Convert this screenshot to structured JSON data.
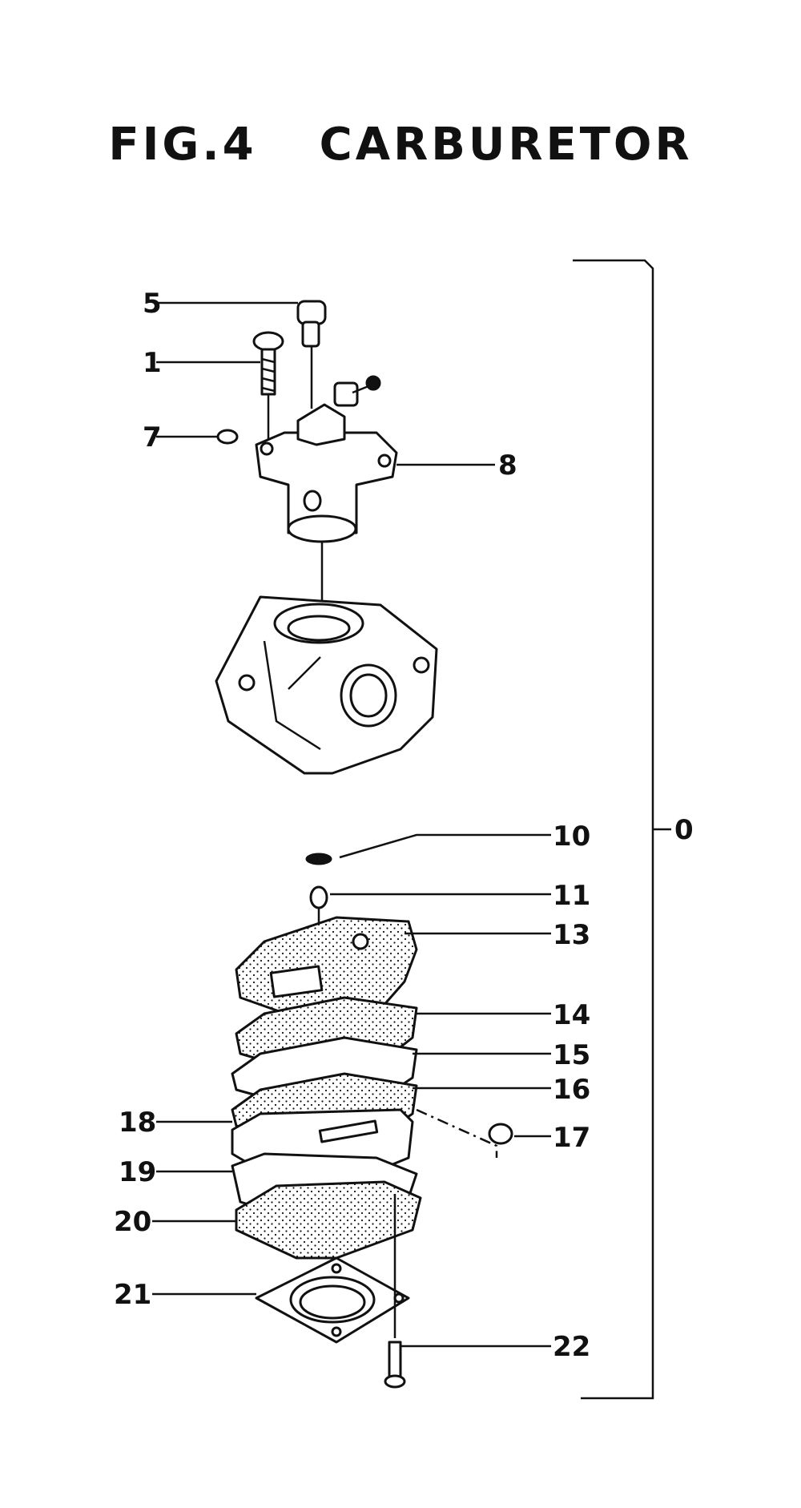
{
  "figure": {
    "number_label": "FIG.4",
    "title": "CARBURETOR"
  },
  "callouts": [
    {
      "id": "p5",
      "label": "5"
    },
    {
      "id": "p1",
      "label": "1"
    },
    {
      "id": "p7",
      "label": "7"
    },
    {
      "id": "p8",
      "label": "8"
    },
    {
      "id": "p10",
      "label": "10"
    },
    {
      "id": "p11",
      "label": "11"
    },
    {
      "id": "p13",
      "label": "13"
    },
    {
      "id": "p14",
      "label": "14"
    },
    {
      "id": "p15",
      "label": "15"
    },
    {
      "id": "p16",
      "label": "16"
    },
    {
      "id": "p17",
      "label": "17"
    },
    {
      "id": "p18",
      "label": "18"
    },
    {
      "id": "p19",
      "label": "19"
    },
    {
      "id": "p20",
      "label": "20"
    },
    {
      "id": "p21",
      "label": "21"
    },
    {
      "id": "p22",
      "label": "22"
    },
    {
      "id": "p0",
      "label": "0"
    }
  ],
  "colors": {
    "ink": "#111111",
    "paper": "#ffffff"
  }
}
